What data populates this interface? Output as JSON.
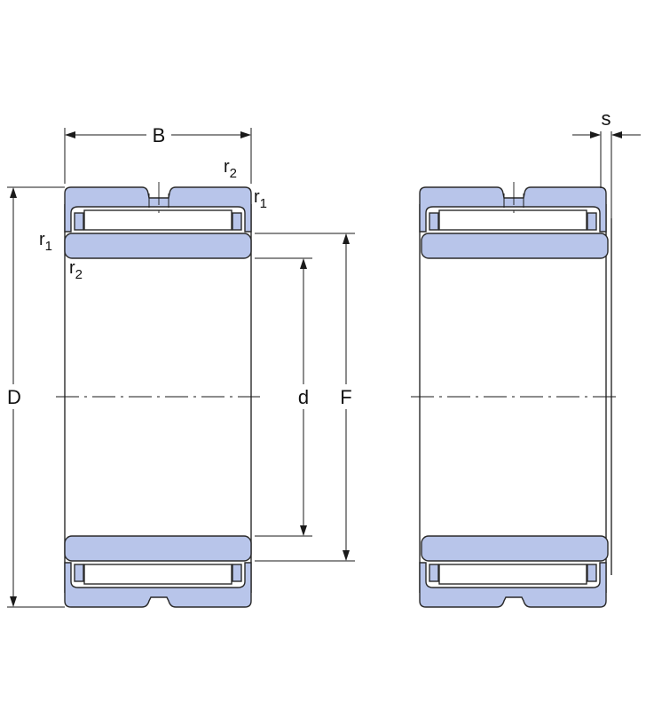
{
  "diagram": {
    "colors": {
      "ring_fill": "#b8c5ea",
      "line": "#2a2a2a"
    },
    "labels": {
      "B": "B",
      "s": "s",
      "D": "D",
      "d": "d",
      "F": "F",
      "r": "r",
      "sub1": "1",
      "sub2": "2"
    }
  }
}
